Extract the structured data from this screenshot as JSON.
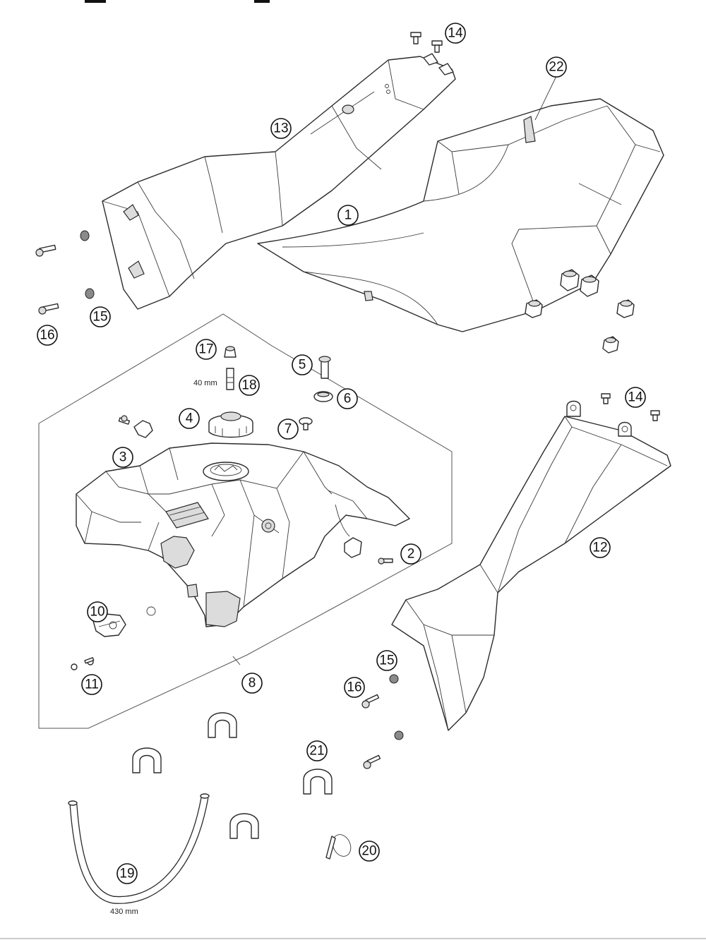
{
  "callouts": [
    {
      "label": "1"
    },
    {
      "label": "2"
    },
    {
      "label": "3"
    },
    {
      "label": "4"
    },
    {
      "label": "5"
    },
    {
      "label": "6"
    },
    {
      "label": "7"
    },
    {
      "label": "8"
    },
    {
      "label": "10"
    },
    {
      "label": "11"
    },
    {
      "label": "12"
    },
    {
      "label": "13"
    },
    {
      "label": "14"
    },
    {
      "label": "14"
    },
    {
      "label": "15"
    },
    {
      "label": "15"
    },
    {
      "label": "16"
    },
    {
      "label": "16"
    },
    {
      "label": "17"
    },
    {
      "label": "18"
    },
    {
      "label": "19"
    },
    {
      "label": "20"
    },
    {
      "label": "21"
    },
    {
      "label": "22"
    }
  ],
  "dimensions": {
    "breather_length": "40 mm",
    "hose_length": "430 mm"
  }
}
